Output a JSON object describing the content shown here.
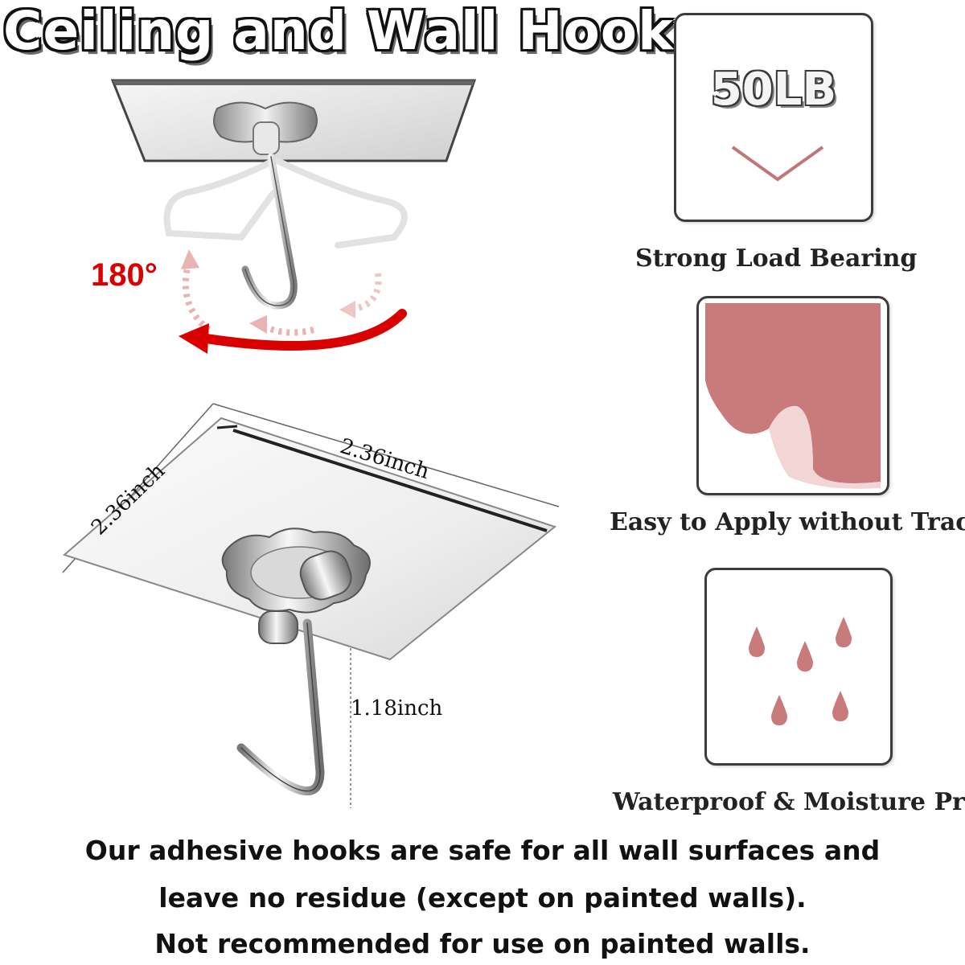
{
  "title": "Ceiling and Wall Hooks",
  "rotation_label": "180°",
  "dimensions": {
    "width": "2.36inch",
    "depth": "2.36inch",
    "hook_length": "1.18inch"
  },
  "features": [
    {
      "icon": "load-weight-icon",
      "value": "50LB",
      "caption": "Strong Load Bearing"
    },
    {
      "icon": "peel-off-icon",
      "caption": "Easy to Apply without Traces"
    },
    {
      "icon": "water-drops-icon",
      "caption": "Waterproof & Moisture Proof"
    }
  ],
  "notice": {
    "line1": "Our adhesive hooks are safe for all wall surfaces and",
    "line2": "leave no residue (except on painted walls).",
    "line3": "Not recommended for use on painted walls."
  },
  "colors": {
    "accent_red": "#d90000",
    "feature_pink": "#c97a7a"
  }
}
